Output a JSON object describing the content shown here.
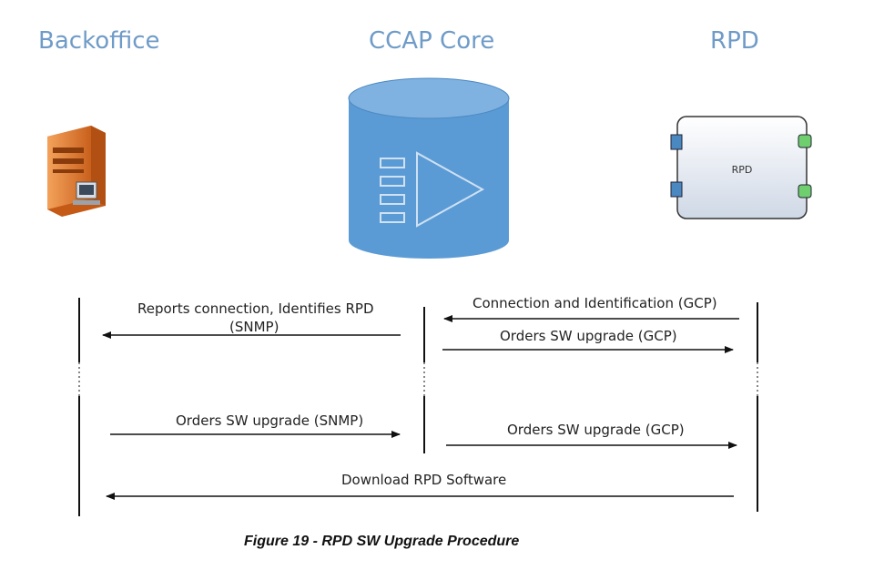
{
  "columns": {
    "backoffice": "Backoffice",
    "ccap": "CCAP Core",
    "rpd": "RPD"
  },
  "rpd_device_label": "RPD",
  "messages": {
    "m1": "Connection and Identification (GCP)",
    "m2_line1": "Reports connection, Identifies RPD",
    "m2_line2": "(SNMP)",
    "m3": "Orders SW upgrade (GCP)",
    "m4": "Orders SW upgrade (SNMP)",
    "m5": "Orders SW upgrade (GCP)",
    "m6": "Download RPD Software"
  },
  "caption": "Figure 19 - RPD SW Upgrade Procedure",
  "colors": {
    "title": "#6f9bc8",
    "cylinder": "#5b9bd5",
    "cylinder_top": "#7fb2e0",
    "server": "#e07a2a"
  }
}
